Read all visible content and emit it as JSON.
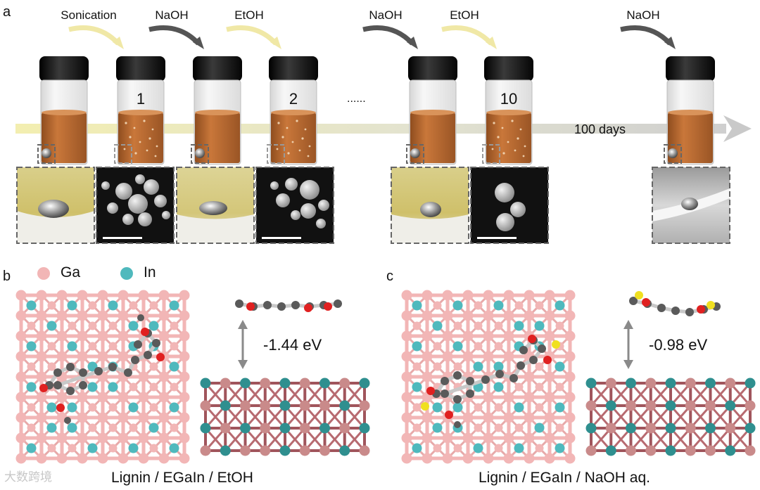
{
  "panel_a": {
    "letter": "a",
    "steps": [
      "Sonication",
      "NaOH",
      "EtOH",
      "NaOH",
      "EtOH",
      "NaOH"
    ],
    "vial_numbers": [
      "1",
      "2",
      "10"
    ],
    "ellipsis": "......",
    "timeline_label": "100 days"
  },
  "panel_b": {
    "letter": "b",
    "legend": [
      {
        "label": "Ga",
        "color": "#f2b6b6"
      },
      {
        "label": "In",
        "color": "#4fb9bd"
      }
    ],
    "energy": "-1.44 eV",
    "caption": "Lignin / EGaIn / EtOH"
  },
  "panel_c": {
    "letter": "c",
    "energy": "-0.98 eV",
    "caption": "Lignin / EGaIn / NaOH aq."
  },
  "watermark": "大数跨境",
  "colors": {
    "ga": "#f2b6b6",
    "in": "#4fb9bd",
    "carbon": "#5a5a5a",
    "oxygen": "#e02020",
    "sulfur": "#f0e020",
    "liquid": "#b8682e",
    "cap": "#111111",
    "timeline": "#c8c8c8"
  }
}
